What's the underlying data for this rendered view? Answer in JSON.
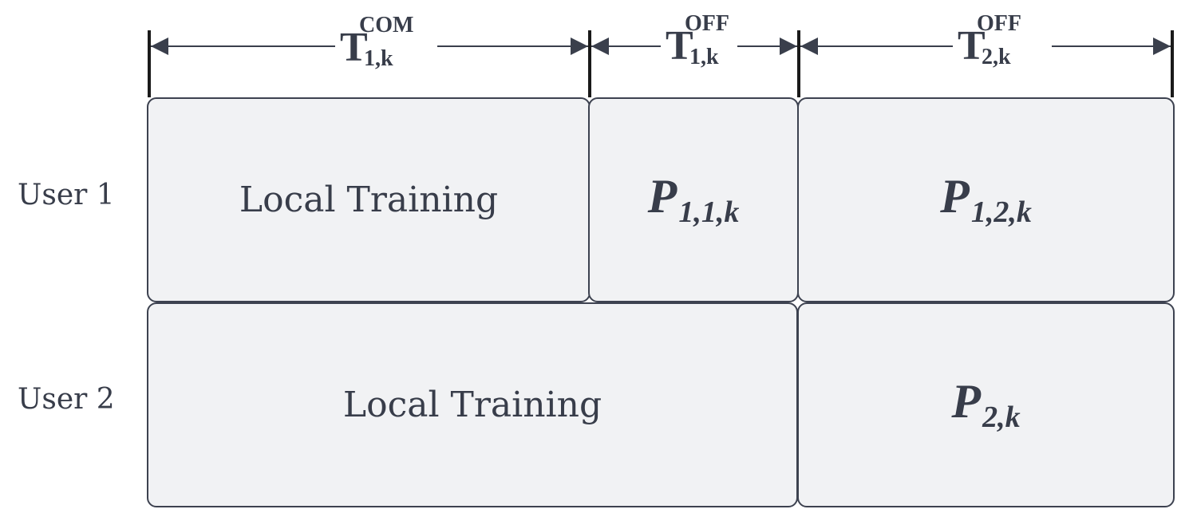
{
  "rows": {
    "user1": {
      "label": "User 1"
    },
    "user2": {
      "label": "User 2"
    }
  },
  "blocks": {
    "u1_local": "Local Training",
    "u1_p11k": {
      "base": "P",
      "sub": "1,1,k"
    },
    "u1_p12k": {
      "base": "P",
      "sub": "1,2,k"
    },
    "u2_local": "Local Training",
    "u2_p2k": {
      "base": "P",
      "sub": "2,k"
    }
  },
  "time_labels": {
    "t_com": {
      "base": "T",
      "sup": "COM",
      "sub": "1,k"
    },
    "t_off1": {
      "base": "T",
      "sup": "OFF",
      "sub": "1,k"
    },
    "t_off2": {
      "base": "T",
      "sup": "OFF",
      "sub": "2,k"
    }
  },
  "colors": {
    "box_fill": "#f1f2f4",
    "box_stroke": "#3d4250",
    "text": "#383d4a",
    "arrow": "#3a3f4c"
  }
}
